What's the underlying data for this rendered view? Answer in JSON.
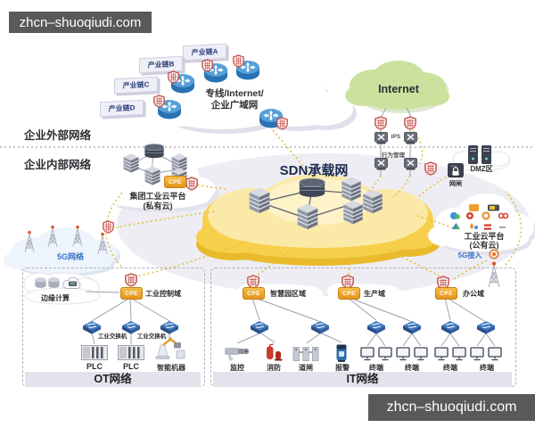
{
  "watermark": {
    "text": "zhcn–shuoqiudi.com"
  },
  "zones": {
    "external": "企业外部网络",
    "internal": "企业内部网络"
  },
  "wan": {
    "line1": "专线/Internet/",
    "line2": "企业广域网",
    "chains": [
      {
        "label": "产业链A"
      },
      {
        "label": "产业链B"
      },
      {
        "label": "产业链C"
      },
      {
        "label": "产业链D"
      }
    ]
  },
  "internet": {
    "label": "Internet",
    "ips": "IPS",
    "behavior": "行为管理"
  },
  "sdn": {
    "label": "SDN承载网"
  },
  "private_cloud": {
    "line1": "集团工业云平台",
    "line2": "(私有云)"
  },
  "fiveg": {
    "network": "5G网络",
    "access": "5G接入"
  },
  "right": {
    "gatekeeper": "网闸",
    "dmz": "DMZ区",
    "public_line1": "工业云平台",
    "public_line2": "(公有云)"
  },
  "cpe": "CPE",
  "ot": {
    "edge": "边缘计算",
    "domain": "工业控制域",
    "switch_label": "工业交换机",
    "plc": "PLC",
    "robot": "智能机器",
    "bar": "OT网络"
  },
  "it": {
    "park": "智慧园区域",
    "production": "生产域",
    "office": "办公域",
    "devices": {
      "camera": "监控",
      "fire": "消防",
      "gate": "道闸",
      "alarm": "报警"
    },
    "terminal": "终端",
    "bar": "IT网络"
  },
  "colors": {
    "sdn_cloud": "#f6cf4b",
    "internet_cloud": "#cbe19d",
    "shield_red": "#c24a44",
    "cpe_orange": "#e99e24",
    "link_yellow": "#e3c33a",
    "watermark_bg": "#595959"
  }
}
